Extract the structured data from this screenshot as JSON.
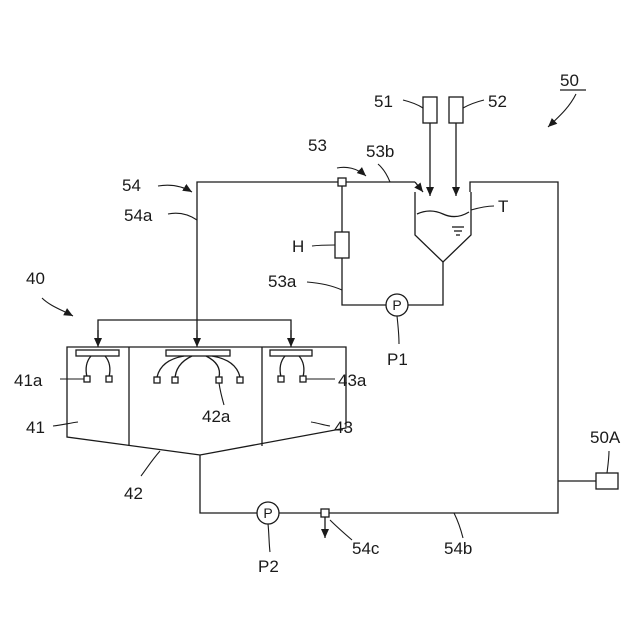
{
  "labels": {
    "system": "50",
    "vessel_51": "51",
    "vessel_52": "52",
    "line_53": "53",
    "line_53b": "53b",
    "line_54": "54",
    "line_54a": "54a",
    "tank": "T",
    "heater": "H",
    "line_53a": "53a",
    "pump_1": "P1",
    "unit_40": "40",
    "nozzle_41a": "41a",
    "nozzle_43a": "43a",
    "nozzle_42a": "42a",
    "chamber_41": "41",
    "chamber_43": "43",
    "chamber_42": "42",
    "controller": "50A",
    "pump_2": "P2",
    "branch_54c": "54c",
    "line_54b": "54b",
    "pump_symbol": "P"
  }
}
